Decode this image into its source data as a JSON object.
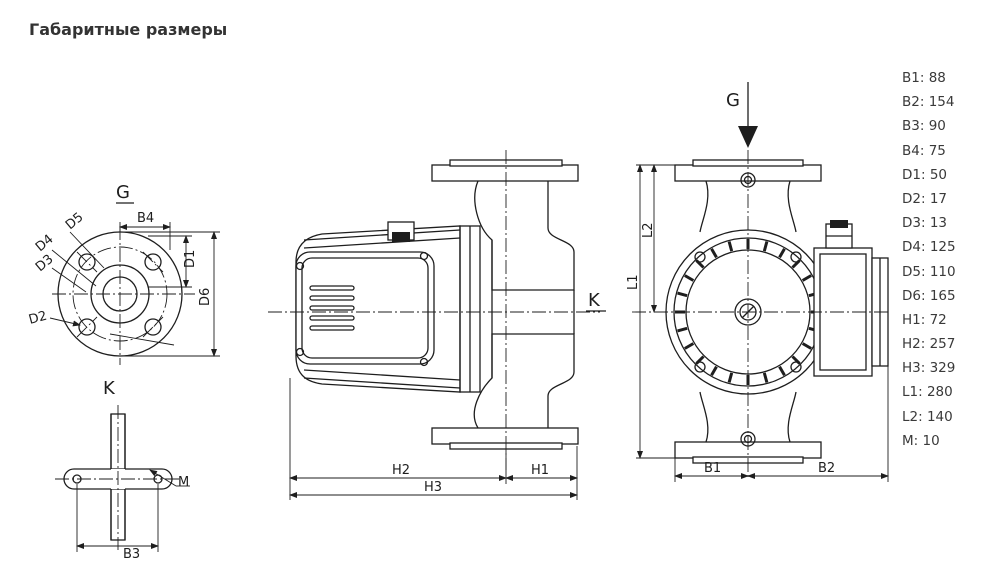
{
  "title": "Габаритные размеры",
  "specs": [
    {
      "key": "B1",
      "value": "88"
    },
    {
      "key": "B2",
      "value": "154"
    },
    {
      "key": "B3",
      "value": "90"
    },
    {
      "key": "B4",
      "value": "75"
    },
    {
      "key": "D1",
      "value": "50"
    },
    {
      "key": "D2",
      "value": "17"
    },
    {
      "key": "D3",
      "value": "13"
    },
    {
      "key": "D4",
      "value": "125"
    },
    {
      "key": "D5",
      "value": "110"
    },
    {
      "key": "D6",
      "value": "165"
    },
    {
      "key": "H1",
      "value": "72"
    },
    {
      "key": "H2",
      "value": "257"
    },
    {
      "key": "H3",
      "value": "329"
    },
    {
      "key": "L1",
      "value": "280"
    },
    {
      "key": "L2",
      "value": "140"
    },
    {
      "key": "M",
      "value": "10"
    }
  ],
  "labels": {
    "G": "G",
    "K": "K",
    "B1": "B1",
    "B2": "B2",
    "B3": "B3",
    "B4": "B4",
    "D1": "D1",
    "D2": "D2",
    "D3": "D3",
    "D4": "D4",
    "D5": "D5",
    "D6": "D6",
    "H1": "H1",
    "H2": "H2",
    "H3": "H3",
    "L1": "L1",
    "L2": "L2",
    "M": "M"
  }
}
